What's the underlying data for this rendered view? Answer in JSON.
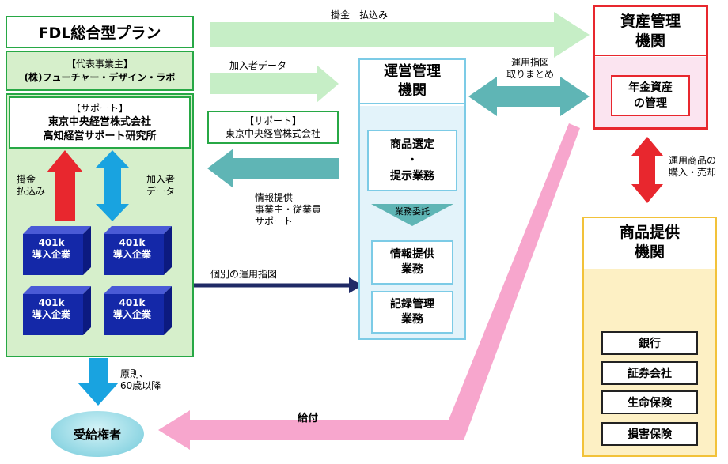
{
  "fdl": {
    "title": "FDL総合型プラン",
    "sponsor_title": "【代表事業主】",
    "sponsor_name": "(株)フューチャー・デザイン・ラボ",
    "support_title": "【サポート】",
    "support_line1": "東京中央経営株式会社",
    "support_line2": "高知経営サポート研究所",
    "arrow_contrib": [
      "掛金",
      "払込み"
    ],
    "arrow_join": [
      "加入者",
      "データ"
    ],
    "company_label": [
      "401k",
      "導入企業"
    ]
  },
  "admin": {
    "title": [
      "運営管理",
      "機関"
    ],
    "box1": [
      "商品選定",
      "・",
      "提示業務"
    ],
    "outsource_label": "業務委託",
    "box2": [
      "情報提供",
      "業務"
    ],
    "box3": [
      "記録管理",
      "業務"
    ]
  },
  "asset": {
    "title": [
      "資産管理",
      "機関"
    ],
    "inner": [
      "年金資産",
      "の管理"
    ]
  },
  "product": {
    "title": [
      "商品提供",
      "機関"
    ],
    "items": [
      "銀行",
      "証券会社",
      "生命保険",
      "損害保険"
    ]
  },
  "flows": {
    "top_payment": "掛金　払込み",
    "member_data": "加入者データ",
    "support_title": "【サポート】",
    "support_name": "東京中央経営株式会社",
    "info": [
      "情報提供",
      "事業主・従業員",
      "サポート"
    ],
    "instruction": "個別の運用指図",
    "aggregate": [
      "運用指図",
      "取りまとめ"
    ],
    "buy_sell": [
      "運用商品の",
      "購入・売却"
    ],
    "rule": [
      "原則、",
      "60歳以降"
    ],
    "benefit": "給付"
  },
  "beneficiary": "受給権者",
  "colors": {
    "light_green_arrow": "#c6eec6",
    "teal_arrow": "#5fb5b5",
    "red": "#e8272e",
    "blue": "#19a3e0",
    "navy": "#1f2a66",
    "pink": "#f7a6cd",
    "green_border": "#27a845",
    "green_fill": "#d6efcb",
    "admin_border": "#7ccbe6",
    "gold": "#f2c23a",
    "cube": "#1428a8"
  }
}
